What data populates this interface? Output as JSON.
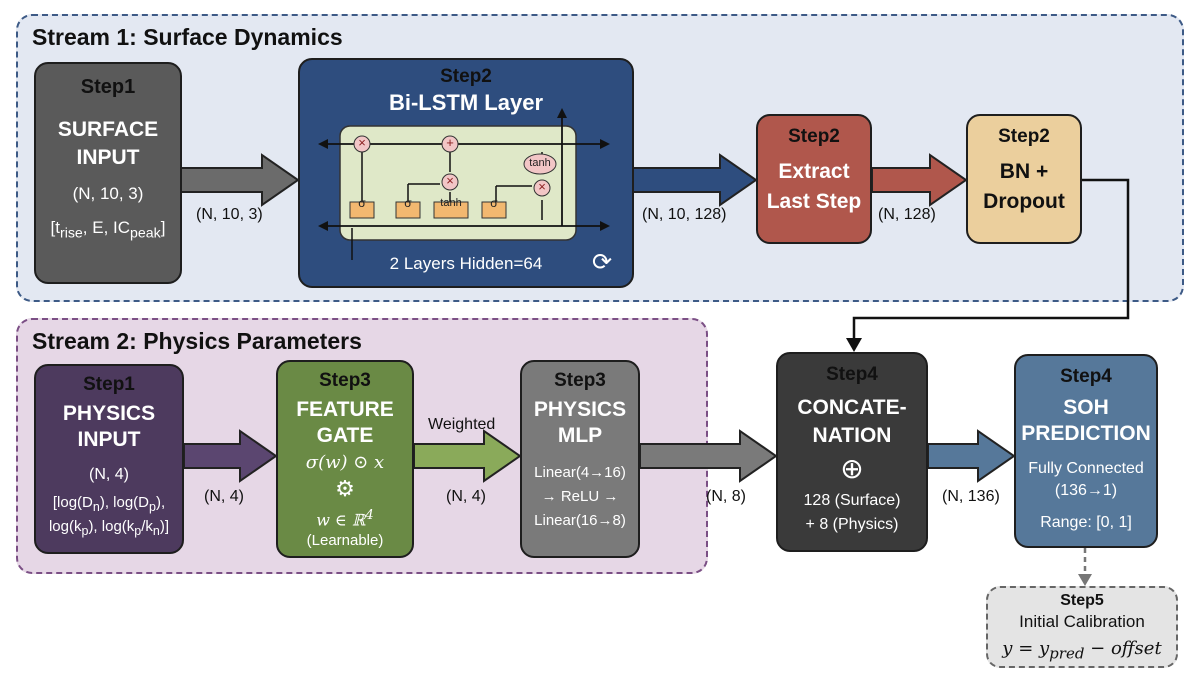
{
  "stream1": {
    "title": "Stream 1: Surface Dynamics"
  },
  "stream2": {
    "title": "Stream 2: Physics Parameters"
  },
  "surface_input": {
    "step": "Step1",
    "line1": "SURFACE",
    "line2": "INPUT",
    "shape": "(N, 10, 3)",
    "features": "[t<sub>rise</sub>, E, IC<sub>peak</sub>]"
  },
  "bilstm": {
    "step": "Step2",
    "title": "Bi-LSTM Layer",
    "caption": "2 Layers Hidden=64",
    "gates": [
      "σ",
      "σ",
      "tanh",
      "σ"
    ],
    "ops": [
      "×",
      "+",
      "×",
      "×"
    ],
    "tanh_label": "tanh"
  },
  "extract": {
    "step": "Step2",
    "line1": "Extract",
    "line2": "Last Step"
  },
  "bn": {
    "step": "Step2",
    "line1": "BN +",
    "line2": "Dropout"
  },
  "physics_input": {
    "step": "Step1",
    "line1": "PHYSICS",
    "line2": "INPUT",
    "shape": "(N, 4)",
    "feat1": "[log(D<sub>n</sub>), log(D<sub>p</sub>),",
    "feat2": "log(k<sub>p</sub>), log(k<sub>p</sub>/k<sub>n</sub>)]"
  },
  "feature_gate": {
    "step": "Step3",
    "line1": "FEATURE",
    "line2": "GATE",
    "formula": "σ(w) ⊙ x",
    "param": "w ∈ ℝ<sup>4</sup>",
    "note": "(Learnable)"
  },
  "physics_mlp": {
    "step": "Step3",
    "line1": "PHYSICS",
    "line2": "MLP",
    "l1": "Linear(4→16)",
    "l2": "→ ReLU →",
    "l3": "Linear(16→8)"
  },
  "concat": {
    "step": "Step4",
    "line1": "CONCATE-",
    "line2": "NATION",
    "symbol": "⊕",
    "l1": "128 (Surface)",
    "l2": "+ 8 (Physics)"
  },
  "soh": {
    "step": "Step4",
    "line1": "SOH",
    "line2": "PREDICTION",
    "l1": "Fully Connected",
    "l2": "(136→1)",
    "l3": "Range: [0, 1]"
  },
  "calib": {
    "step": "Step5",
    "line1": "Initial Calibration",
    "formula": "y = y<sub>pred</sub> − offset"
  },
  "arrows": {
    "a1": "(N, 10, 3)",
    "a2": "(N, 10, 128)",
    "a3": "(N, 128)",
    "a4": "(N, 4)",
    "a5_top": "Weighted",
    "a5": "(N, 4)",
    "a6": "(N, 8)",
    "a7": "(N, 136)"
  },
  "colors": {
    "surface_input": "#5a5a5a",
    "bilstm": "#2e4d7e",
    "extract": "#b0574c",
    "bn": "#ebcf9d",
    "physics_input": "#4d3a5e",
    "feature_gate": "#6a8a45",
    "physics_mlp": "#7a7a7a",
    "concat": "#3a3a3a",
    "soh": "#56789a"
  }
}
